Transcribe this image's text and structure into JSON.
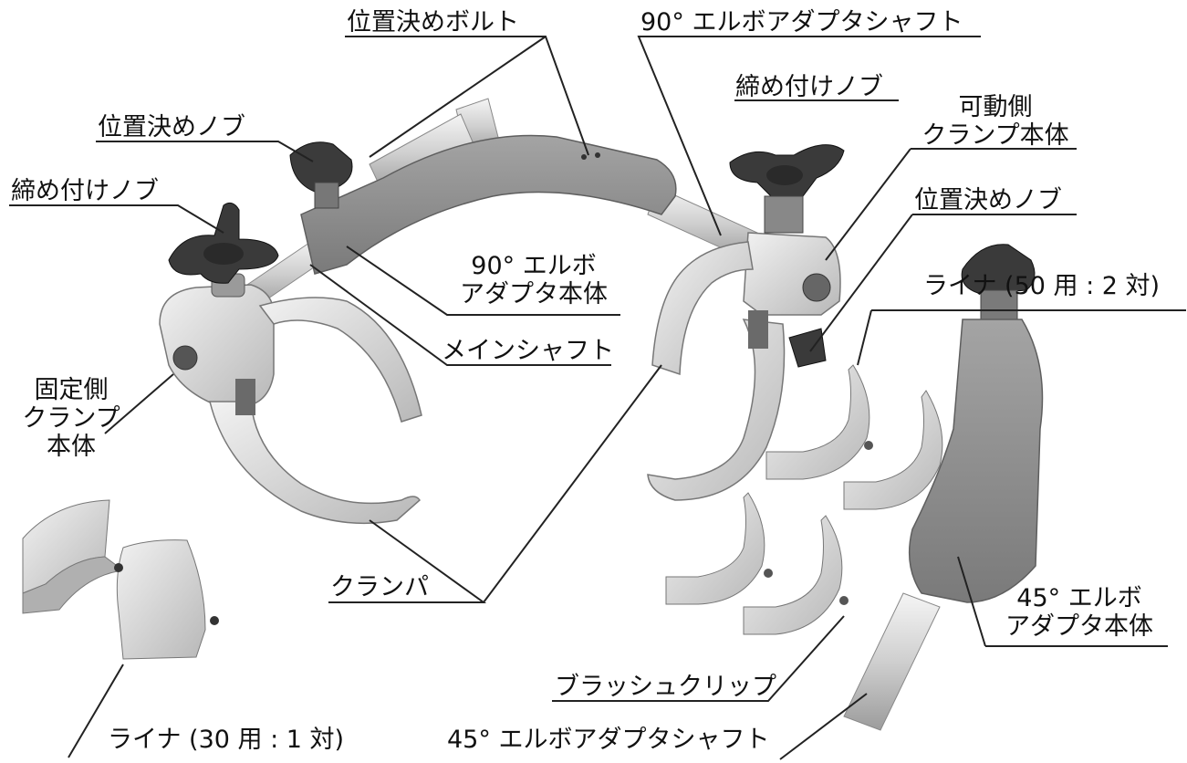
{
  "labels": {
    "positioning_bolt": "位置決めボルト",
    "elbow90_shaft": "90° エルボアダプタシャフト",
    "positioning_knob_left": "位置決めノブ",
    "tightening_knob_right": "締め付けノブ",
    "movable_clamp_body": "可動側\nクランプ本体",
    "tightening_knob_left": "締め付けノブ",
    "positioning_knob_right": "位置決めノブ",
    "elbow90_body": "90° エルボ\nアダプタ本体",
    "liner_50": "ライナ (50 用 : 2 対)",
    "main_shaft": "メインシャフト",
    "fixed_clamp_body": "固定側\nクランプ\n本体",
    "clamper": "クランパ",
    "elbow45_body": "45° エルボ\nアダプタ本体",
    "brush_clip": "ブラッシュクリップ",
    "liner_30": "ライナ (30 用 : 1 対)",
    "elbow45_shaft": "45° エルボアダプタシャフト"
  },
  "colors": {
    "metal": "#d8d8d8",
    "metal_dark": "#a9a9a9",
    "cast_body": "#8f8f8f",
    "knob": "#3a3a3a",
    "line": "#222222"
  }
}
